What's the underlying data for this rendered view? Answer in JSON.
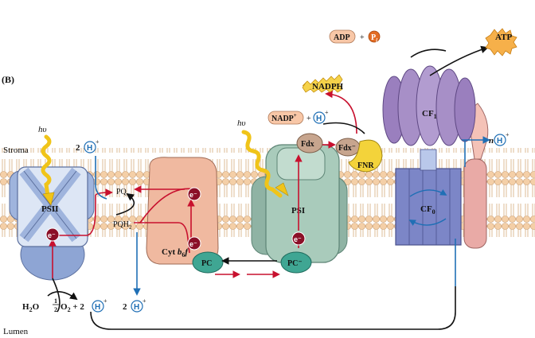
{
  "panel_label": "(B)",
  "regions": {
    "stroma": "Stroma",
    "lumen": "Lumen"
  },
  "photon": "hυ",
  "complexes": {
    "psii": "PSII",
    "cytb6f": {
      "text": "Cyt ",
      "sub": "b",
      "sub2": "6",
      "tail": "f"
    },
    "psi": "PSI",
    "fdx": "Fdx",
    "fdx_reduced": "Fdx⁻",
    "fnr": "FNR",
    "cf1": {
      "base": "CF",
      "sub": "1"
    },
    "cf0": {
      "base": "CF",
      "sub": "0"
    }
  },
  "carriers": {
    "pq": "PQ",
    "pqh2": {
      "base": "PQH",
      "sub": "2"
    },
    "pc": "PC",
    "pc_oxidized": "PC⁻",
    "electron": "e⁻"
  },
  "substrates": {
    "water": {
      "base": "H",
      "sub": "2",
      "tail": "O"
    },
    "oxygen": {
      "num": "1",
      "den": "2",
      "base": "O",
      "sub": "2",
      "tail": " + 2"
    },
    "proton_count_2": "2",
    "proton_n": "n",
    "h_plus": "H",
    "plus": "+",
    "nadp": "NADP",
    "nadp_sup": "+",
    "nadph": "NADPH",
    "adp": "ADP",
    "pi": "P",
    "pi_sub": "i",
    "atp": "ATP"
  },
  "colors": {
    "red_arrow": "#c8102e",
    "blue_arrow": "#1f6fb5",
    "membrane_head": "#f2c9a0",
    "psii": "#9fb4dd",
    "cytb6f": "#f0b9a0",
    "psi": "#a9cbbb",
    "cf1": "#a78fc7",
    "cf0": "#7c86c7",
    "pc": "#3fa693",
    "fnr": "#f3d33a",
    "nadph_burst": "#f5d24a",
    "atp_burst": "#f6b04a",
    "adp_pill": "#f8c7a7"
  }
}
